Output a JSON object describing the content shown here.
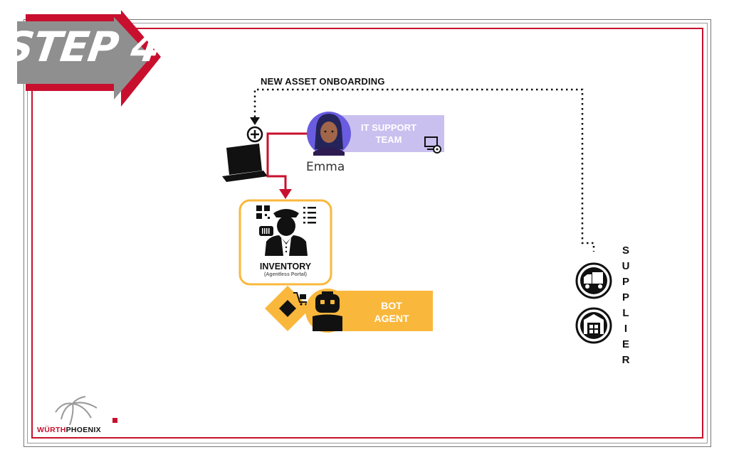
{
  "step_label": "STEP 4",
  "flow": {
    "onboarding_label": "NEW ASSET ONBOARDING"
  },
  "it_support": {
    "label_line1": "IT SUPPORT",
    "label_line2": "TEAM",
    "person_name": "Emma"
  },
  "inventory": {
    "label": "INVENTORY",
    "sublabel": "(Agentless Portal)"
  },
  "bot_agent": {
    "label_line1": "BOT",
    "label_line2": "AGENT"
  },
  "supplier": {
    "letters": [
      "S",
      "U",
      "P",
      "P",
      "L",
      "I",
      "E",
      "R"
    ]
  },
  "logo": {
    "part1": "WÜRTH",
    "part2": "PHOENIX"
  },
  "colors": {
    "accent_red": "#c8102e",
    "lavender": "#c9c0ef",
    "amber": "#f9b83c",
    "avatar_purple": "#6a5ce0"
  }
}
